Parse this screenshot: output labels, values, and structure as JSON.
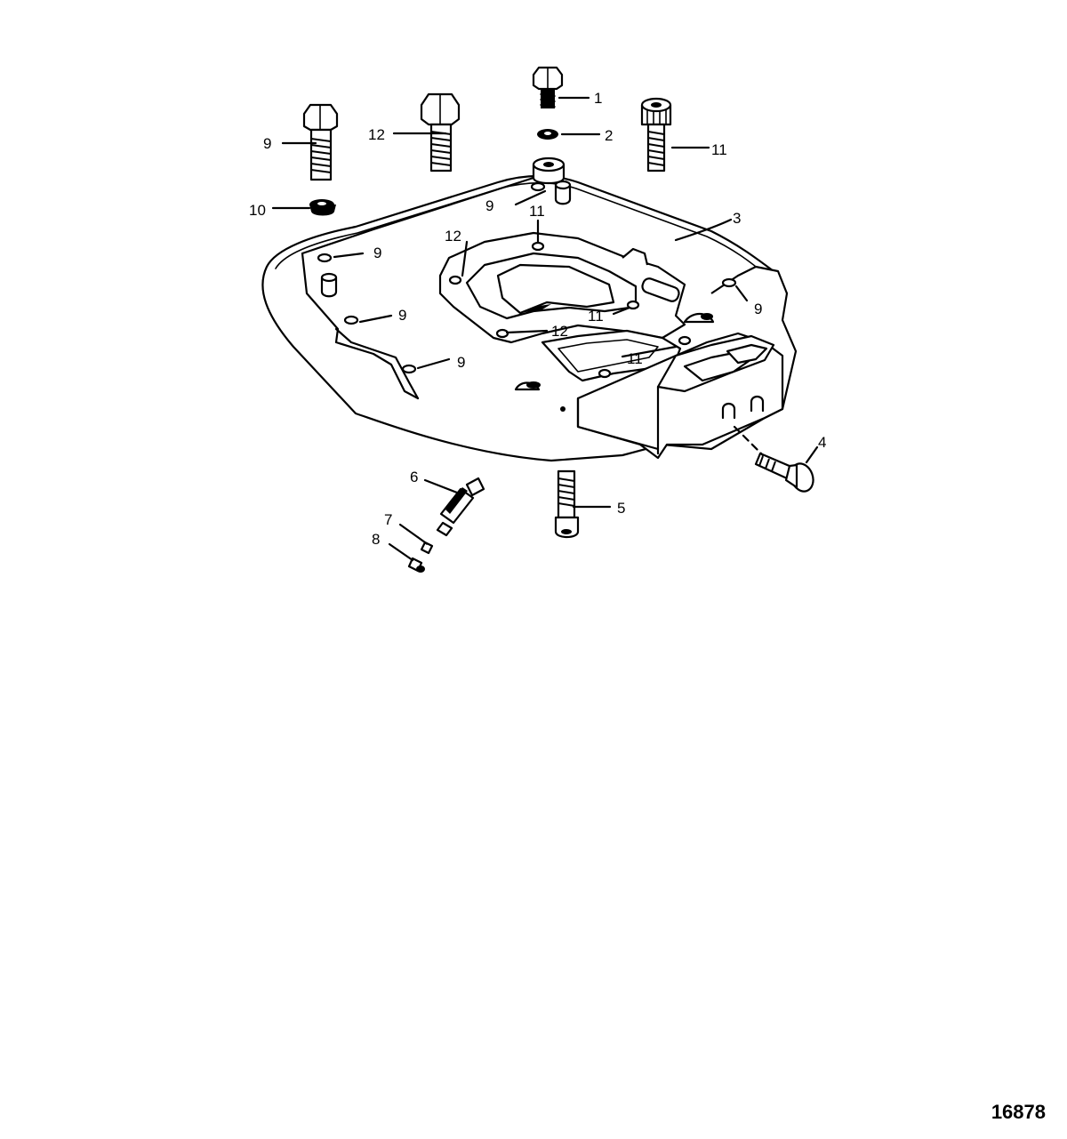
{
  "diagram": {
    "figure_number": "16878",
    "callouts": [
      {
        "id": "c1",
        "label": "1"
      },
      {
        "id": "c2",
        "label": "2"
      },
      {
        "id": "c3",
        "label": "3"
      },
      {
        "id": "c4",
        "label": "4"
      },
      {
        "id": "c5",
        "label": "5"
      },
      {
        "id": "c6",
        "label": "6"
      },
      {
        "id": "c7",
        "label": "7"
      },
      {
        "id": "c8",
        "label": "8"
      },
      {
        "id": "c9a",
        "label": "9"
      },
      {
        "id": "c9b",
        "label": "9"
      },
      {
        "id": "c9c",
        "label": "9"
      },
      {
        "id": "c9d",
        "label": "9"
      },
      {
        "id": "c9e",
        "label": "9"
      },
      {
        "id": "c9f",
        "label": "9"
      },
      {
        "id": "c10",
        "label": "10"
      },
      {
        "id": "c11a",
        "label": "11"
      },
      {
        "id": "c11b",
        "label": "11"
      },
      {
        "id": "c11c",
        "label": "11"
      },
      {
        "id": "c11d",
        "label": "11"
      },
      {
        "id": "c12a",
        "label": "12"
      },
      {
        "id": "c12b",
        "label": "12"
      },
      {
        "id": "c12c",
        "label": "12"
      }
    ]
  }
}
